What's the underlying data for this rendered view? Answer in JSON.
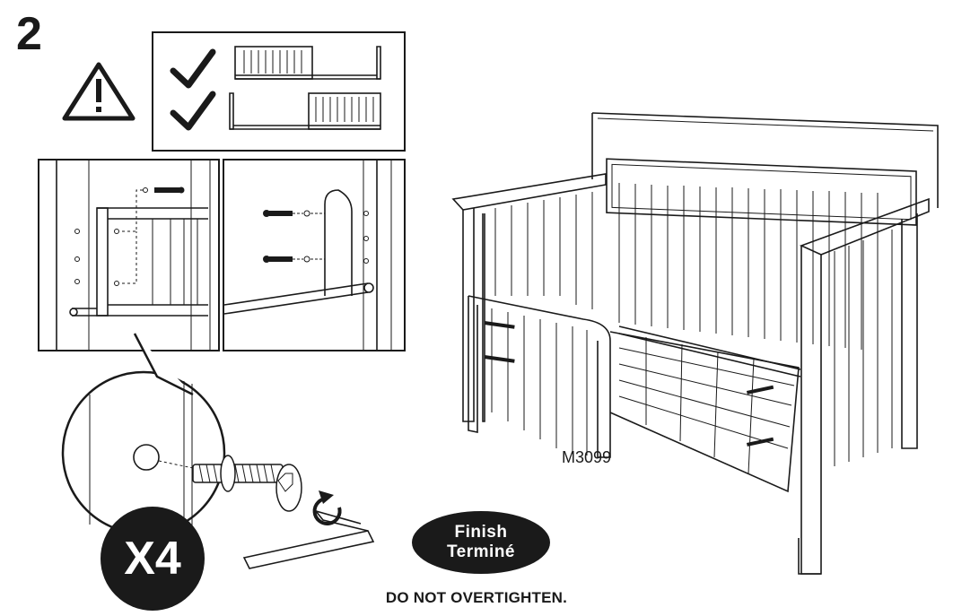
{
  "step": {
    "number": "2"
  },
  "model": {
    "label": "M3099"
  },
  "finish": {
    "line1": "Finish",
    "line2": "Terminé"
  },
  "count": {
    "label": "X4"
  },
  "warning": {
    "text": "DO NOT OVERTIGHTEN."
  },
  "icons": {
    "warning": "warning-triangle-icon",
    "check": "checkmark-icon",
    "rotate": "rotate-arrow-icon"
  }
}
